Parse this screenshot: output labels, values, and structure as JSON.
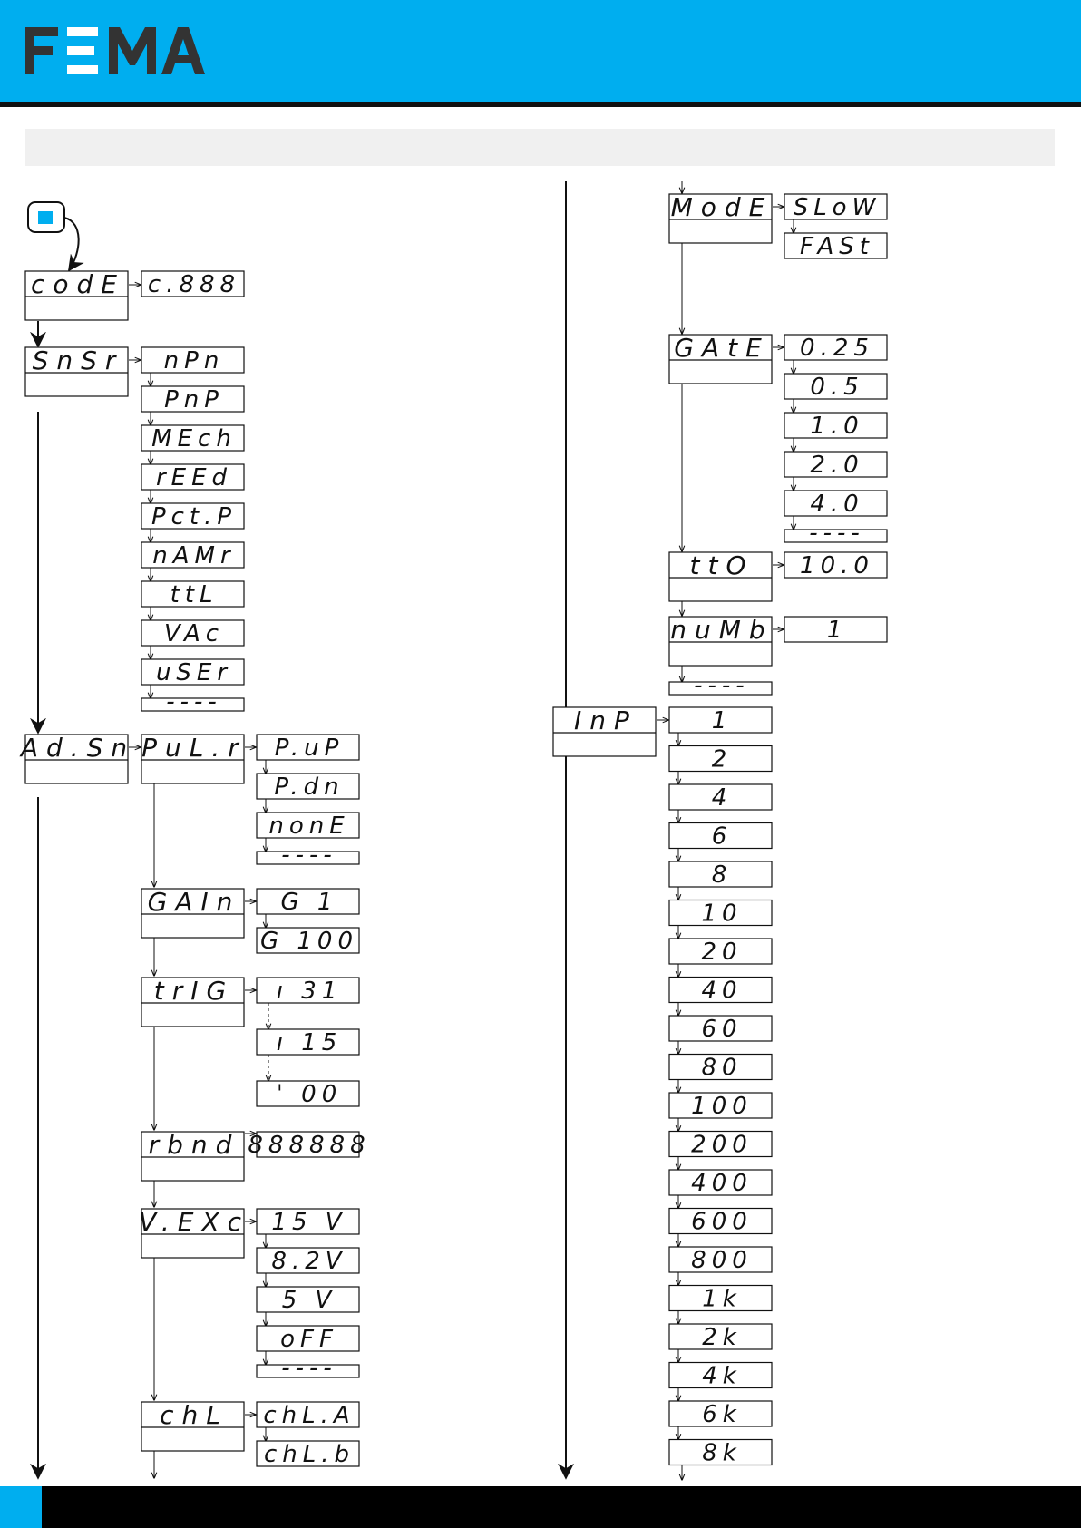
{
  "brand": {
    "logo_text": "FEMA",
    "header_color": "#00aeef"
  },
  "diagram": {
    "code": {
      "label": "codE",
      "option": "c.888"
    },
    "snsr": {
      "label": "SnSr",
      "options": [
        "nPn",
        "PnP",
        "MEch",
        "rEEd",
        "Pct.P",
        "nAMr",
        "ttL",
        "VAc",
        "uSEr",
        "----"
      ]
    },
    "adsn": {
      "label": "Ad.Sn",
      "pulr": {
        "label": "PuL.r",
        "options": [
          "P.uP",
          "P.dn",
          "nonE",
          "----"
        ]
      },
      "gain": {
        "label": "GAIn",
        "options": [
          "G   1",
          "G 100"
        ]
      },
      "trig": {
        "label": "trIG",
        "options": [
          "ı   31",
          "ı   15",
          "ˈ   00"
        ]
      },
      "rbnd": {
        "label": "rbnd",
        "options": [
          "888888"
        ]
      },
      "vexc": {
        "label": "V.EXc",
        "options": [
          "15  V",
          "8.2V",
          "5  V",
          "oFF",
          "----"
        ]
      },
      "chl": {
        "label": "chL",
        "options": [
          "chL.A",
          "chL.b"
        ]
      }
    },
    "mode": {
      "label": "ModE",
      "options": [
        "SLoW",
        "FASt"
      ]
    },
    "gate": {
      "label": "GAtE",
      "options": [
        "0.25",
        "0.5",
        "1.0",
        "2.0",
        "4.0",
        "----"
      ]
    },
    "tto": {
      "label": "ttO",
      "options": [
        "10.0"
      ]
    },
    "numb": {
      "label": "nuMb",
      "options": [
        "1"
      ]
    },
    "numb_end": "----",
    "inp": {
      "label": "InP",
      "options": [
        "1",
        "2",
        "4",
        "6",
        "8",
        "10",
        "20",
        "40",
        "60",
        "80",
        "100",
        "200",
        "400",
        "600",
        "800",
        "1k",
        "2k",
        "4k",
        "6k",
        "8k"
      ]
    }
  }
}
